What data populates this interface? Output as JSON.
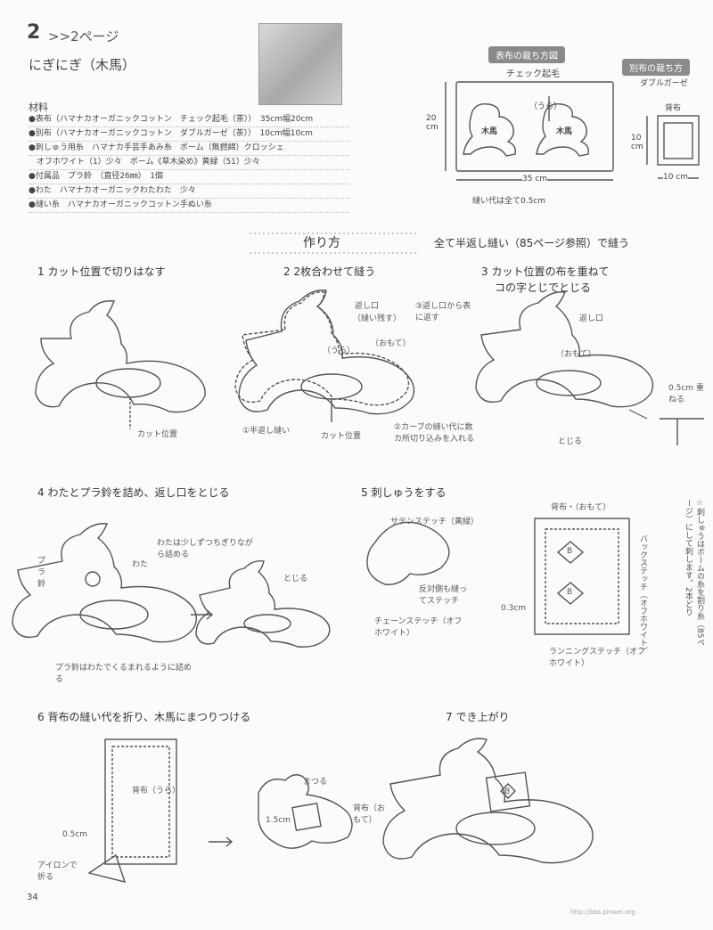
{
  "header": {
    "number": "2",
    "ref": ">>2ページ",
    "subtitle": "にぎにぎ（木馬）"
  },
  "materials": {
    "title": "材料",
    "rows": [
      "●表布（ハマナカオーガニックコットン　チェック起毛（茶））　35cm幅20cm",
      "●別布（ハマナカオーガニックコットン　ダブルガーゼ（茶））　10cm幅10cm",
      "●刺しゅう用糸　ハマナカ手芸手あみ糸　ボーム（無撚綿）クロッシェ",
      "　オフホワイト（1）少々　ボーム《草木染め》黄緑（51）少々",
      "●付属品　プラ鈴　（直径26㎜）　1個",
      "●わた　ハマナカオーガニックわたわた　少々",
      "●縫い糸　ハマナカオーガニックコットン手ぬい糸"
    ]
  },
  "cutting": {
    "front_title": "表布の裁ち方図",
    "front_fabric": "チェック起毛",
    "dim_height": "20 cm",
    "dim_width": "35 cm",
    "ura": "（うら）",
    "mokuba": "木馬",
    "seam_note": "縫い代は全て0.5cm",
    "other_title": "別布の裁ち方",
    "other_fabric": "ダブルガーゼ",
    "backcloth": "背布",
    "other_h": "10 cm",
    "other_w": "10 cm"
  },
  "howto": {
    "title": "作り方",
    "note": "全て半返し縫い（85ページ参照）で縫う"
  },
  "steps": {
    "s1": "1 カット位置で切りはなす",
    "s2": "2 2枚合わせて縫う",
    "s3a": "3 カット位置の布を重ねて",
    "s3b": "コの字とじでとじる",
    "s4": "4 わたとプラ鈴を詰め、返し口をとじる",
    "s5": "5 刺しゅうをする",
    "s6": "6 背布の縫い代を折り、木馬にまつりつける",
    "s7": "7 でき上がり"
  },
  "notes": {
    "cut_pos": "カット位置",
    "kaeshiguchi": "返し口",
    "nuinokosu": "（縫い残す）",
    "omote": "（おもて）",
    "ura": "（うら）",
    "flip": "③返し口から表に返す",
    "half_back": "①半返し縫い",
    "cut_pos2": "カット位置",
    "curve_note": "②カーブの縫い代に数カ所切り込みを入れる",
    "kaeshiguchi3": "返し口",
    "omote3": "（おもて）",
    "overlap": "0.5cm 重ねる",
    "tojiru": "とじる",
    "wata_note": "わたは少しずつちぎりながら詰める",
    "wata": "わた",
    "pura": "プラ鈴",
    "pura_note": "プラ鈴はわたでくるまれるように詰める",
    "tojiru4": "とじる",
    "satin": "サテンステッチ（黄緑）",
    "opposite": "反対側も縫ってステッチ",
    "chain": "チェーンステッチ（オフホワイト）",
    "backcloth_omote": "背布・（おもて）",
    "back_stitch": "バックステッチ（オフホワイト）",
    "margin03": "0.3cm",
    "running": "ランニングステッチ（オフホワイト）",
    "side_note": "☆刺しゅうはボームの糸を割り糸（85ページ）にして刺します。2本どり",
    "back_ura": "背布（うら）",
    "margin05": "0.5cm",
    "iron": "アイロンで折る",
    "matsuru": "まつる",
    "back6": "背布（おもて）",
    "margin15": "1.5cm",
    "letter_b": "B"
  },
  "page": {
    "number": "34",
    "footer": "http://bbs.pinwei.org"
  }
}
